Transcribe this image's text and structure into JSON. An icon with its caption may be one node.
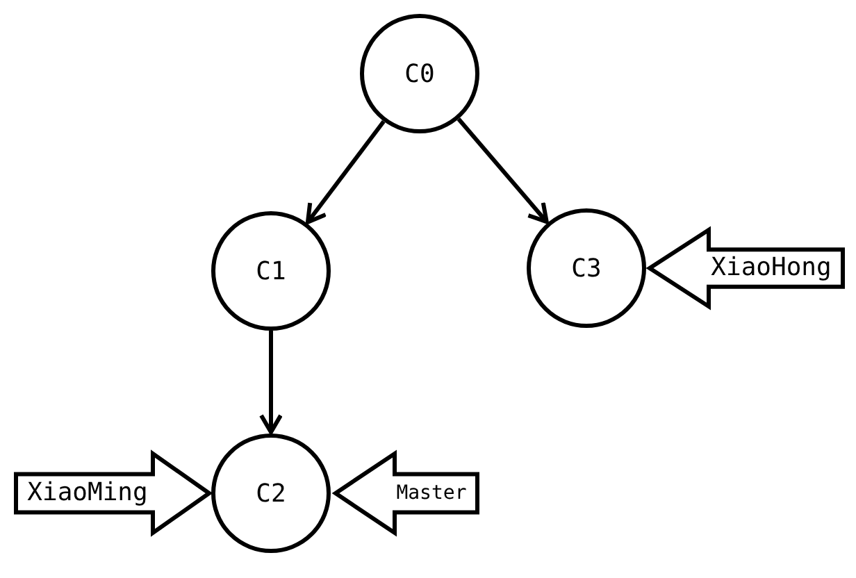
{
  "diagram": {
    "nodes": [
      {
        "text": [
          "C0"
        ]
      },
      {
        "text": [
          "C1"
        ]
      },
      {
        "text": [
          "C3"
        ]
      },
      {
        "text": [
          "XiaoHong"
        ]
      },
      {
        "text": [
          "XiaoMing"
        ]
      },
      {
        "text": [
          "C2"
        ]
      },
      {
        "text": [
          "Master"
        ]
      }
    ],
    "edges": [
      {
        "from": 0,
        "to": 1,
        "arrow": "to"
      },
      {
        "from": 0,
        "to": 2,
        "arrow": "to"
      },
      {
        "from": 1,
        "to": 5,
        "arrow": "to"
      }
    ]
  }
}
